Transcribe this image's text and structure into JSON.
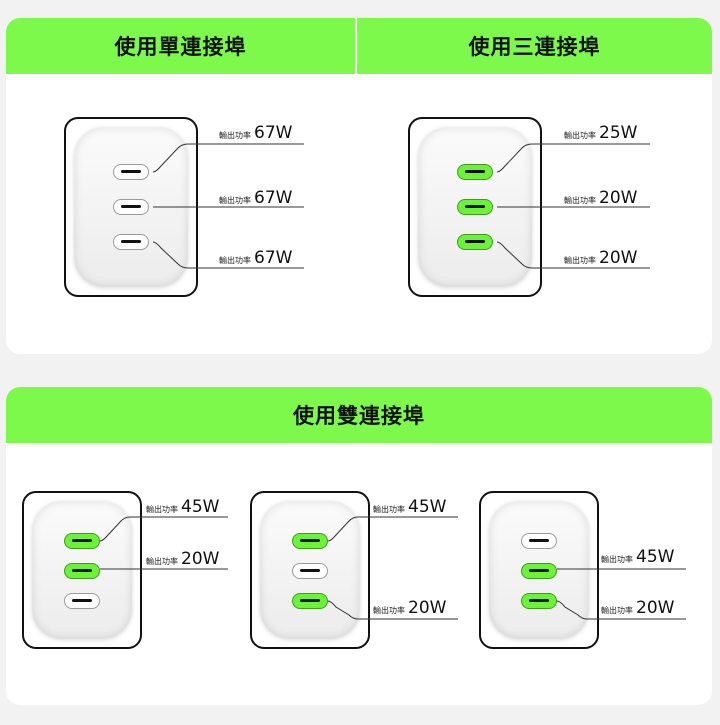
{
  "sections": {
    "single": {
      "title": "使用單連接埠"
    },
    "triple": {
      "title": "使用三連接埠"
    },
    "dual": {
      "title": "使用雙連接埠"
    }
  },
  "label_prefix": "輸出功率",
  "colors": {
    "active_green": "#7cf94b",
    "port_green": "#6df23a"
  },
  "chargers": {
    "single": [
      {
        "port": "top",
        "active": false,
        "watt": "67W"
      },
      {
        "port": "middle",
        "active": false,
        "watt": "67W"
      },
      {
        "port": "bottom",
        "active": false,
        "watt": "67W"
      }
    ],
    "triple": [
      {
        "port": "top",
        "active": true,
        "watt": "25W"
      },
      {
        "port": "middle",
        "active": true,
        "watt": "20W"
      },
      {
        "port": "bottom",
        "active": true,
        "watt": "20W"
      }
    ],
    "dual_a": [
      {
        "port": "top",
        "active": true,
        "watt": "45W"
      },
      {
        "port": "middle",
        "active": true,
        "watt": "20W"
      },
      {
        "port": "bottom",
        "active": false
      }
    ],
    "dual_b": [
      {
        "port": "top",
        "active": true,
        "watt": "45W"
      },
      {
        "port": "middle",
        "active": false
      },
      {
        "port": "bottom",
        "active": true,
        "watt": "20W"
      }
    ],
    "dual_c": [
      {
        "port": "top",
        "active": false
      },
      {
        "port": "middle",
        "active": true,
        "watt": "45W"
      },
      {
        "port": "bottom",
        "active": true,
        "watt": "20W"
      }
    ]
  }
}
